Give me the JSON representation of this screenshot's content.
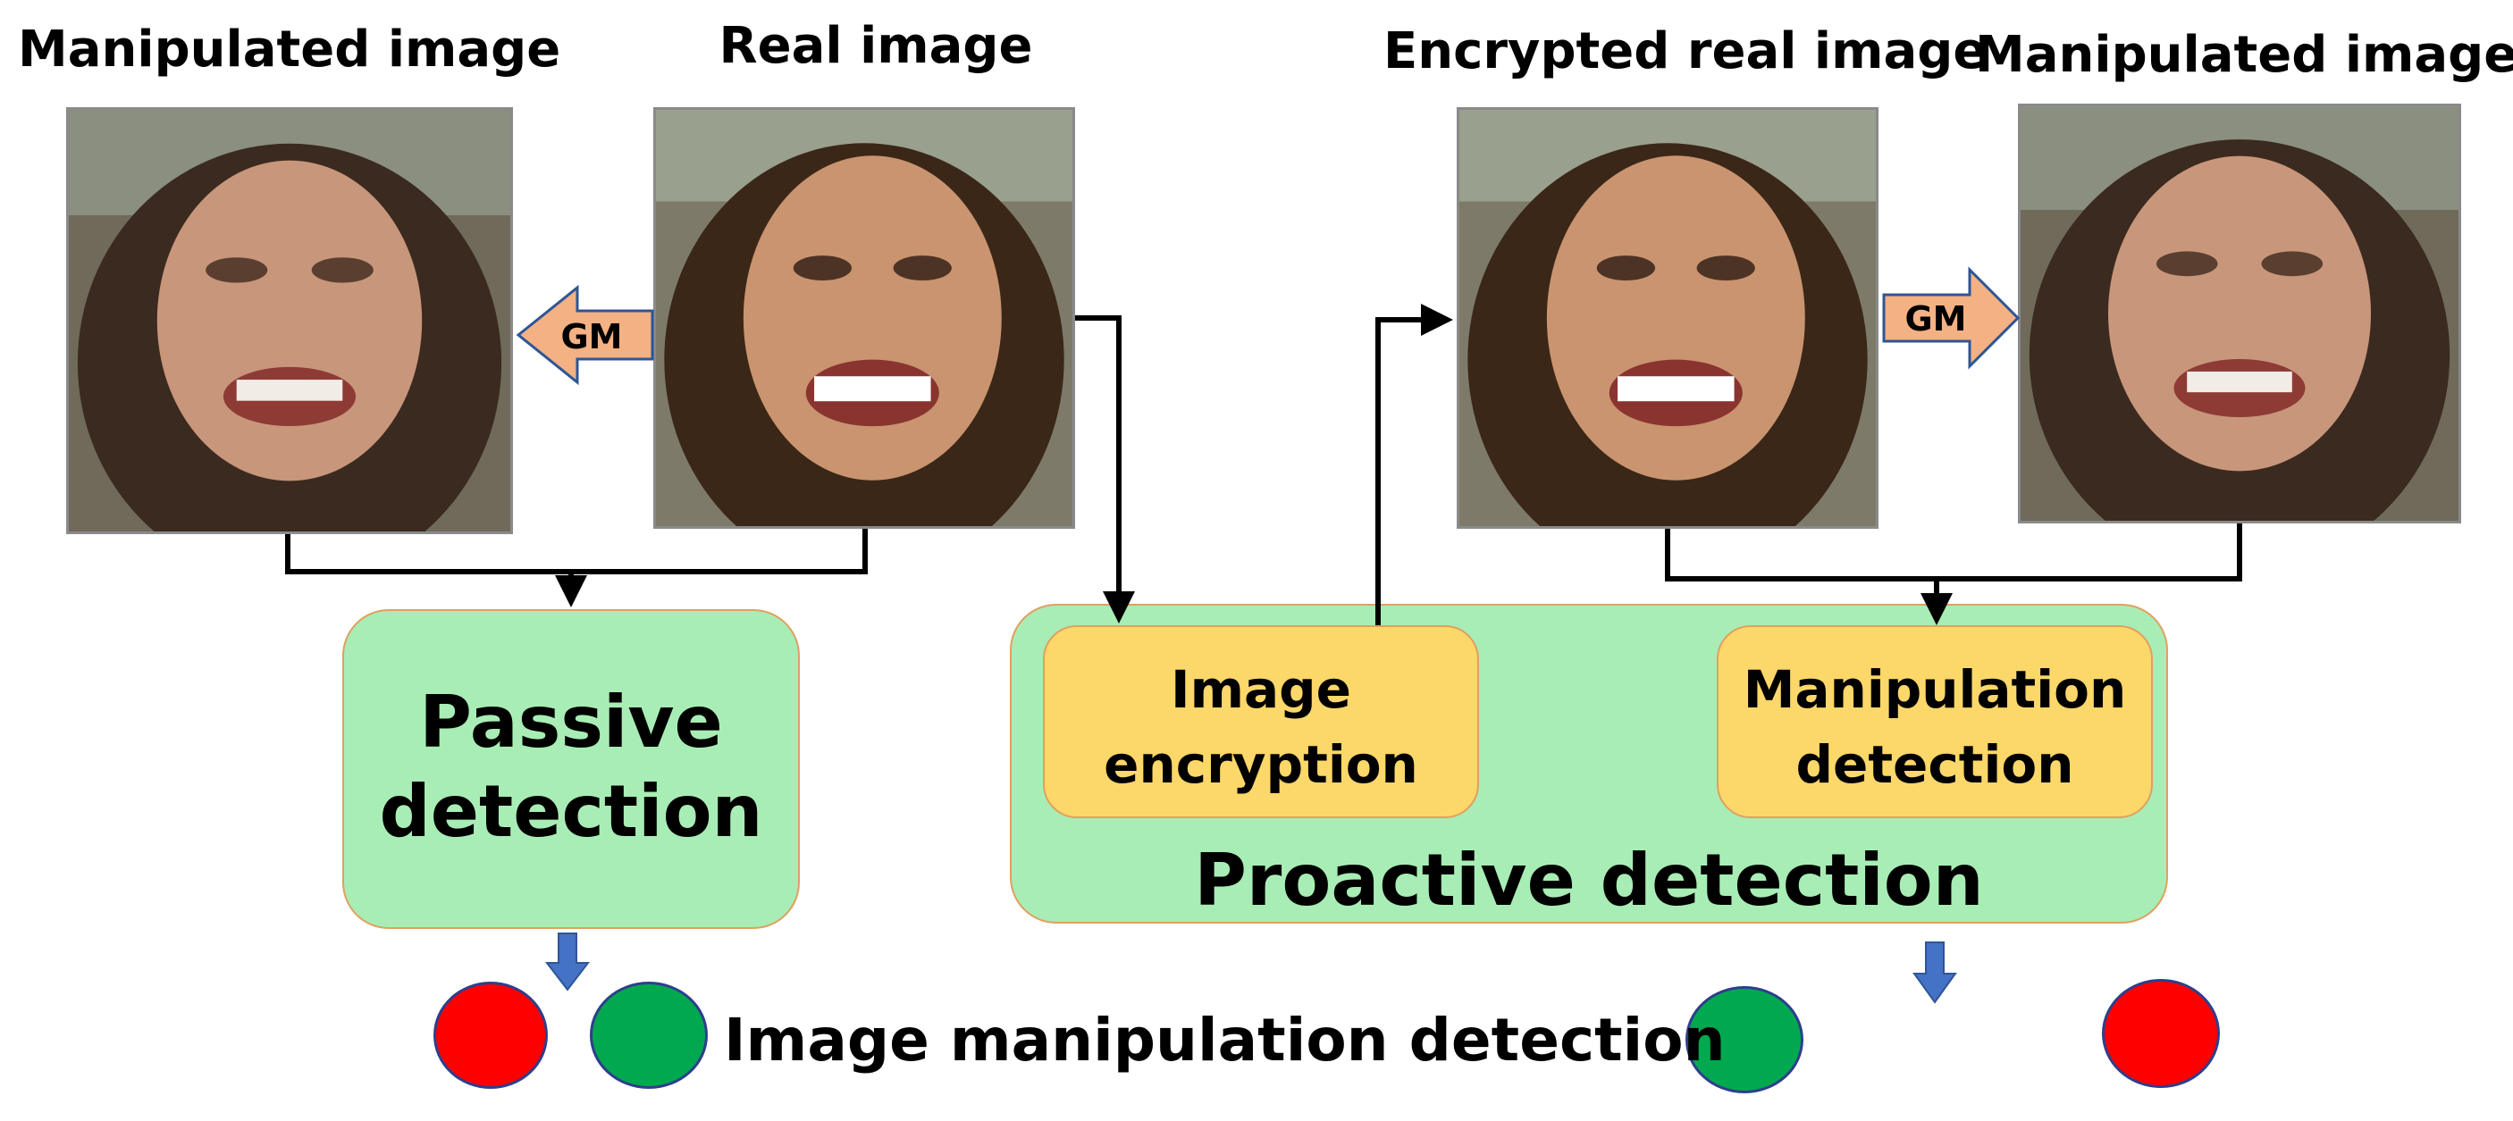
{
  "labels": {
    "left_manipulated": "Manipulated image",
    "left_real": "Real image",
    "right_encrypted": "Encrypted real image",
    "right_manipulated": "Manipulated image"
  },
  "arrows": {
    "gm_left": "GM",
    "gm_right": "GM"
  },
  "boxes": {
    "passive_line1": "Passive",
    "passive_line2": "detection",
    "proactive": "Proactive detection",
    "encryption_line1": "Image",
    "encryption_line2": "encryption",
    "manip_det_line1": "Manipulation",
    "manip_det_line2": "detection"
  },
  "footer": {
    "title": "Image manipulation detection"
  },
  "colors": {
    "green_box": "#a8edb5",
    "yellow_box": "#fcd769",
    "gm_arrow": "#f4b183",
    "red_dot": "#ff0000",
    "green_dot": "#00a94f",
    "blue_arrow": "#4472c4"
  }
}
